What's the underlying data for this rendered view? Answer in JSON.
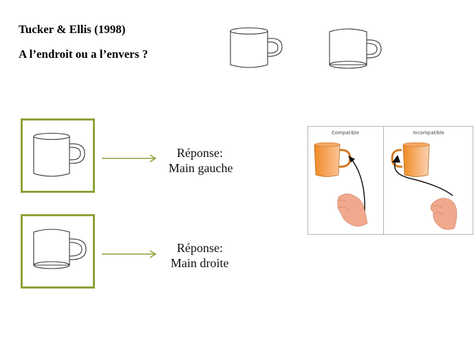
{
  "header": {
    "title": "Tucker & Ellis (1998)",
    "question": "A l’endroit ou a l’envers ?"
  },
  "rows": [
    {
      "stimulus_icon": "mug-upright-icon",
      "response_label": "Réponse:",
      "response_value": "Main gauche"
    },
    {
      "stimulus_icon": "mug-upside-down-icon",
      "response_label": "Réponse:",
      "response_value": "Main droite"
    }
  ],
  "illustration": {
    "left_label": "Compatible",
    "right_label": "Incompatible"
  },
  "colors": {
    "frame": "#8aa236",
    "arrow": "#8aa236",
    "mug_orange": "#f39a3c",
    "hand": "#f0a98c"
  }
}
